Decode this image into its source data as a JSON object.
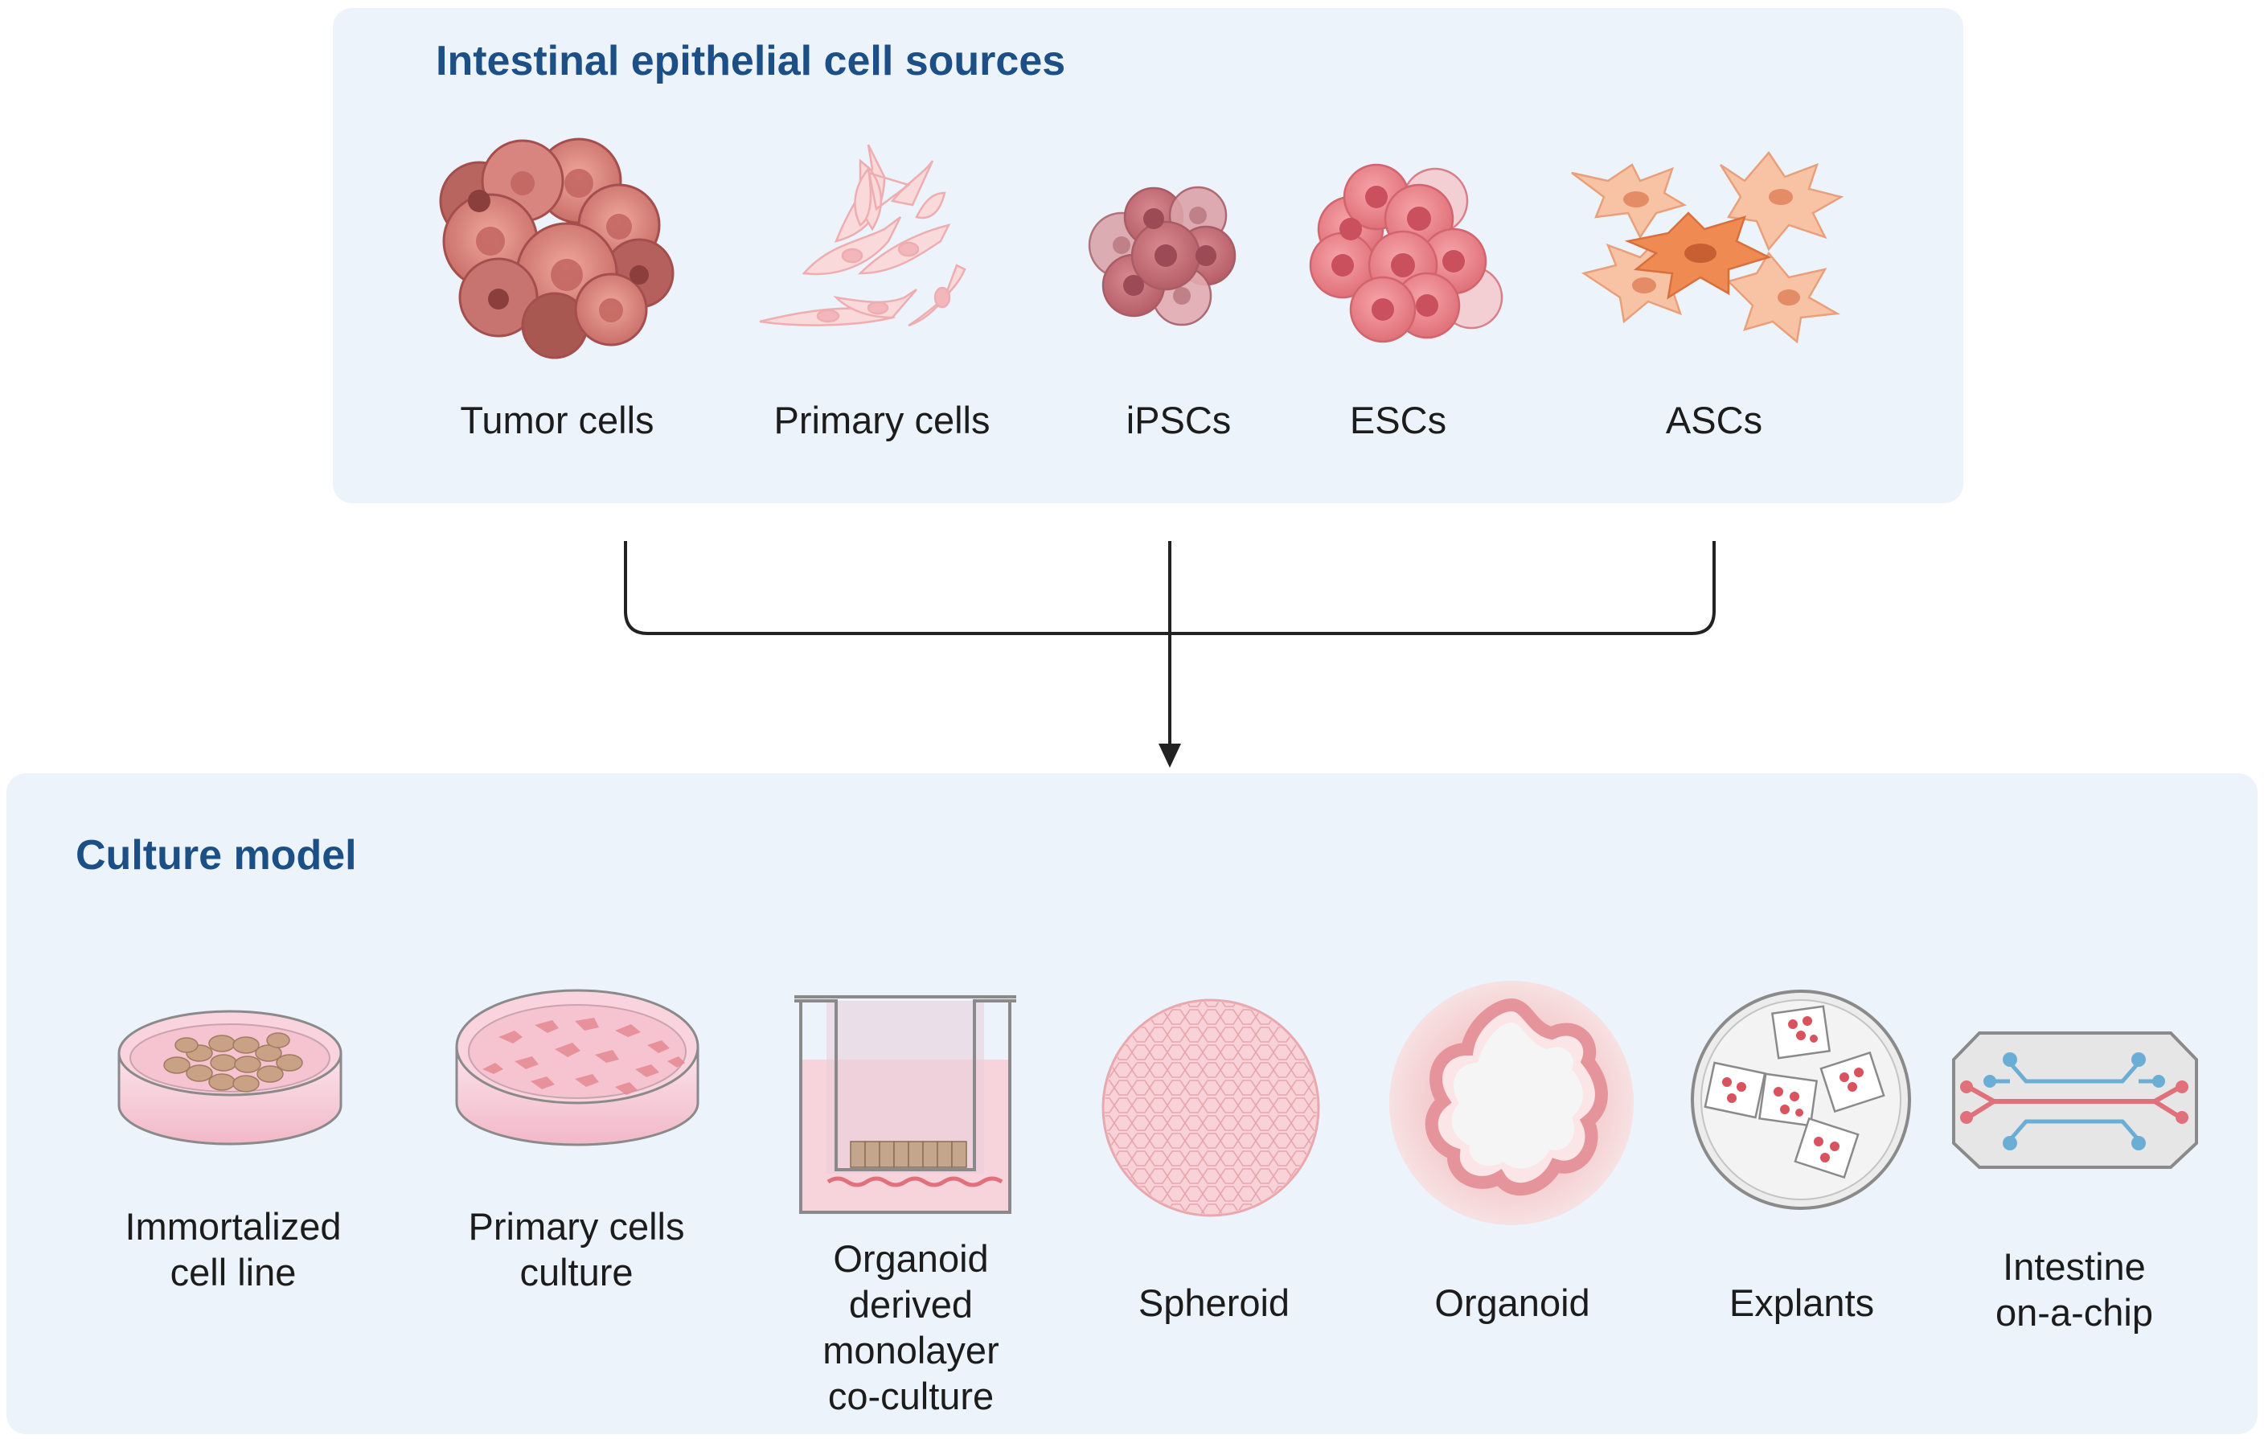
{
  "sources": {
    "title": "Intestinal epithelial cell sources",
    "items": [
      {
        "id": "tumor",
        "label": "Tumor cells"
      },
      {
        "id": "primary",
        "label": "Primary cells"
      },
      {
        "id": "ipsc",
        "label": "iPSCs"
      },
      {
        "id": "esc",
        "label": "ESCs"
      },
      {
        "id": "asc",
        "label": "ASCs"
      }
    ]
  },
  "models": {
    "title": "Culture model",
    "items": [
      {
        "id": "immortalized",
        "lines": [
          "Immortalized",
          "cell line"
        ]
      },
      {
        "id": "primary-culture",
        "lines": [
          "Primary cells",
          "culture"
        ]
      },
      {
        "id": "monolayer",
        "lines": [
          "Organoid",
          "derived",
          "monolayer",
          "co-culture"
        ]
      },
      {
        "id": "spheroid",
        "lines": [
          "Spheroid"
        ]
      },
      {
        "id": "organoid",
        "lines": [
          "Organoid"
        ]
      },
      {
        "id": "explants",
        "lines": [
          "Explants"
        ]
      },
      {
        "id": "chip",
        "lines": [
          "Intestine",
          "on-a-chip"
        ]
      }
    ]
  },
  "colors": {
    "panel_bg": "#ecf3fb",
    "title": "#1b4f86",
    "connector": "#222222",
    "cell_pink": "#e8828a",
    "cell_orange": "#f0935a"
  }
}
